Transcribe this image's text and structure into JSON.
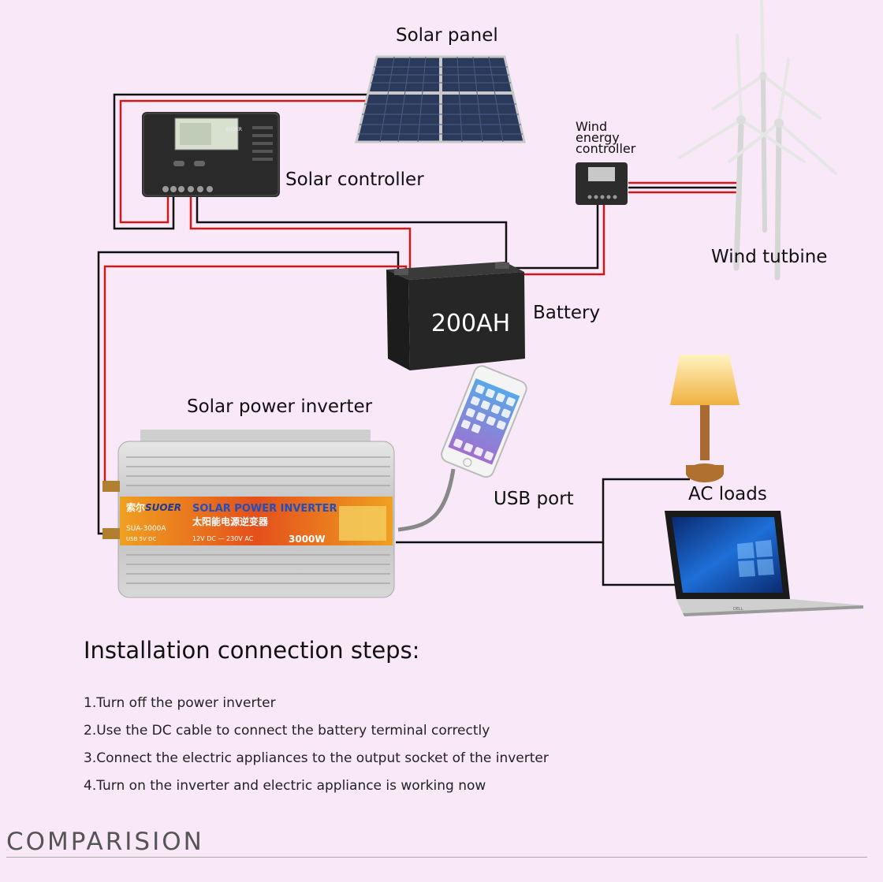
{
  "labels": {
    "solar_panel": "Solar panel",
    "solar_controller": "Solar controller",
    "wind_controller_l1": "Wind",
    "wind_controller_l2": "energy",
    "wind_controller_l3": "controller",
    "wind_turbine": "Wind tutbine",
    "battery": "Battery",
    "battery_capacity": "200AH",
    "inverter": "Solar power inverter",
    "usb_port": "USB port",
    "ac_loads": "AC loads"
  },
  "controller_brand": "SUOER",
  "inverter_panel": {
    "brand": "SUOER",
    "brand_cn": "索尔",
    "title_en": "SOLAR POWER INVERTER",
    "title_cn": "太阳能电源逆变器",
    "model": "SUA-3000A",
    "usb": "USB 5V DC",
    "voltage": "12V DC — 230V AC",
    "power": "3000W"
  },
  "laptop_brand": "DELL",
  "steps_title": "Installation connection steps:",
  "steps": [
    "1.Turn off the power inverter",
    "2.Use the DC cable to connect the battery terminal correctly",
    "3.Connect the electric appliances to the output socket of the inverter",
    "4.Turn on the inverter and electric appliance is working now"
  ],
  "section_heading": "COMPARISION",
  "colors": {
    "background": "#f8e8f8",
    "wire_positive": "#d01818",
    "wire_negative": "#111111",
    "inverter_stripe": "#e4501c"
  }
}
